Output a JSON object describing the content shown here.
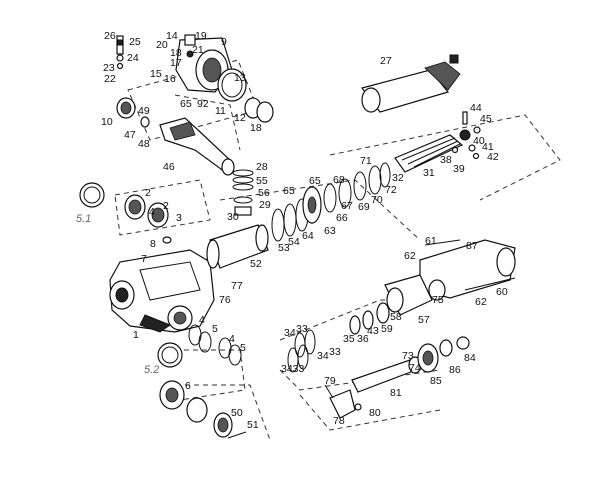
{
  "callouts": [
    "26",
    "25",
    "24",
    "23",
    "22",
    "14",
    "20",
    "19",
    "21",
    "18",
    "17",
    "15",
    "16",
    "9",
    "13",
    "65",
    "92",
    "11",
    "12",
    "18b",
    "10",
    "49",
    "47",
    "48",
    "46",
    "2",
    "3",
    "2b",
    "4b",
    "5.1",
    "8",
    "7",
    "1",
    "77",
    "76",
    "28",
    "55",
    "56",
    "29",
    "30",
    "52",
    "53",
    "54",
    "64",
    "65b",
    "65c",
    "68",
    "66",
    "67",
    "63",
    "69",
    "70",
    "71",
    "72",
    "32",
    "31",
    "27",
    "44",
    "45",
    "40",
    "41",
    "42",
    "38",
    "39",
    "61",
    "62",
    "87",
    "60",
    "62b",
    "75",
    "58",
    "57",
    "59",
    "36",
    "35",
    "43",
    "34",
    "33",
    "34b",
    "33b",
    "3433",
    "4",
    "5",
    "4c",
    "5c",
    "5.2",
    "6",
    "50",
    "51",
    "73",
    "74",
    "85",
    "86",
    "84",
    "81",
    "79",
    "78",
    "80"
  ],
  "colors": {
    "ink": "#111111",
    "italic_label": "#666666"
  }
}
